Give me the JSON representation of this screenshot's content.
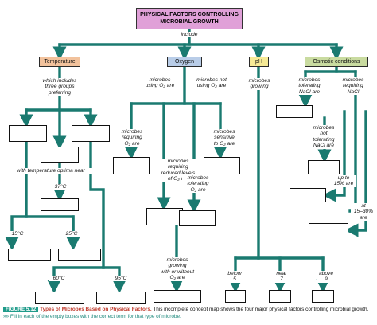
{
  "title": "PHYSICAL FACTORS CONTROLLING\nMICROBIAL GROWTH",
  "include_label": "include",
  "factors": [
    {
      "label": "Temperature",
      "color": "#f2c29c"
    },
    {
      "label": "Oxygen",
      "color": "#b9cde8"
    },
    {
      "label": "pH",
      "color": "#f6ea96"
    },
    {
      "label": "Osmotic conditions",
      "color": "#c9dba0"
    }
  ],
  "temperature": {
    "includes_label": "which includes\nthree groups\npreferring",
    "optima_label": "with temperature optima near",
    "t37": "37°C",
    "t15": "15°C",
    "t25": "25°C",
    "t60": "60°C",
    "t95": "95°C"
  },
  "oxygen": {
    "using_o2": "microbes\nusing O₂ are",
    "not_using_o2": "microbes not\nusing O₂ are",
    "requiring_o2": "microbes\nrequiring\nO₂ are",
    "requiring_reduced": "microbes\nrequiring\nreduced levels\nof O₂ are",
    "sensitive": "microbes\nsensitive\nto O₂ are",
    "tolerating": "microbes\ntolerating\nO₂ are",
    "with_without": "microbes\ngrowing\nwith or without\nO₂ are"
  },
  "ph": {
    "growing_label": "microbes\ngrowing",
    "below": "below\n5",
    "near": "near\n7",
    "above": "above\n9"
  },
  "osmotic": {
    "tolerating_nacl": "microbes\ntolerating\nNaCl are",
    "requiring_nacl": "microbes\nrequiring\nNaCl",
    "not_tolerating": "microbes\nnot\ntolerating\nNaCl are",
    "up_to_15": "up to\n15% are",
    "at_15_30": "at\n15–30%\nare"
  },
  "caption": {
    "figure": "FIGURE 5.12",
    "title": "Types of Microbes Based on Physical Factors.",
    "text": " This incomplete concept map shows the four major physical factors controlling microbial growth.",
    "instruction": " »» Fill in each of the empty boxes with the correct term for that type of microbe."
  },
  "colors": {
    "connector": "#1a7a70",
    "title_fill": "#e0a0d8"
  }
}
